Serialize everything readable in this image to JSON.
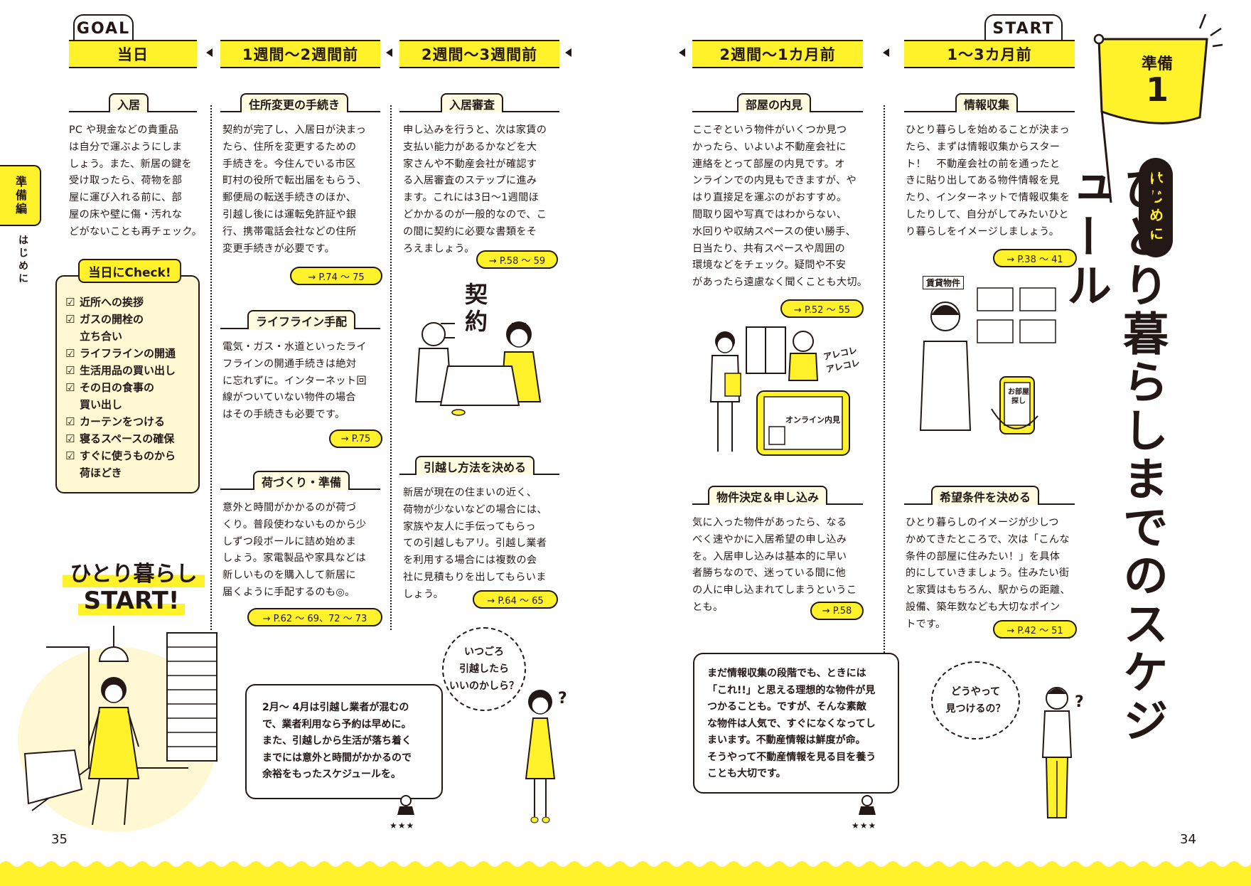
{
  "header": {
    "goal_tab": "GOAL",
    "start_tab": "START",
    "col1": "当日",
    "col2": "1週間～2週間前",
    "col3": "2週間～3週間前",
    "col4": "2週間～1カ月前",
    "col5": "1～3カ月前"
  },
  "side_tab": {
    "label": "準備編",
    "sub": "はじめに"
  },
  "title_block": {
    "flag_label": "準備",
    "flag_number": "1",
    "badge": "はじめに",
    "title": "ひとり暮らしまでのスケジュール"
  },
  "sections": {
    "nyukyo": {
      "title": "入居",
      "body": "PC や現金などの貴重品\nは自分で運ぶようにしま\nしょう。また、新居の鍵を\n受け取ったら、荷物を部\n屋に運び入れる前に、部\n屋の床や壁に傷・汚れな\nどがないことも再チェック。"
    },
    "jusho": {
      "title": "住所変更の手続き",
      "body": "契約が完了し、入居日が決まっ\nたら、住所を変更するための\n手続きを。今住んでいる市区\n町村の役所で転出届をもらう、\n郵便局の転送手続きのほか、\n引越し後には運転免許証や銀\n行、携帯電話会社などの住所\n変更手続きが必要です。",
      "ref": "→ P.74 ～ 75"
    },
    "lifeline": {
      "title": "ライフライン手配",
      "body": "電気・ガス・水道といったライ\nフラインの開通手続きは絶対\nに忘れずに。インターネット回\n線がついていない物件の場合\nはその手続きも必要です。",
      "ref": "→ P.75"
    },
    "nizukuri": {
      "title": "荷づくり・準備",
      "body": "意外と時間がかかるのが荷づ\nくり。普段使わないものから少\nしずつ段ボールに詰め始めま\nしょう。家電製品や家具などは\n新しいものを購入して新居に\n届くように手配するのも◎。",
      "ref": "→ P.62 ～ 69、72 ～ 73"
    },
    "shinsa": {
      "title": "入居審査",
      "body": "申し込みを行うと、次は家賃の\n支払い能力があるかなどを大\n家さんや不動産会社が確認す\nる入居審査のステップに進み\nます。これには3日～1週間ほ\nどかかるのが一般的なので、こ\nの間に契約に必要な書類をそ\nろえましょう。",
      "ref": "→ P.58 ～ 59"
    },
    "hikkoshi": {
      "title": "引越し方法を決める",
      "body": "新居が現在の住まいの近く、\n荷物が少ないなどの場合には、\n家族や友人に手伝ってもらっ\nての引越しもアリ。引越し業者\nを利用する場合には複数の会\n社に見積もりを出してもらいま\nしょう。",
      "ref": "→ P.64 ～ 65"
    },
    "naiken": {
      "title": "部屋の内見",
      "body": "ここぞという物件がいくつか見つ\nかったら、いよいよ不動産会社に\n連絡をとって部屋の内見です。オ\nンラインでの内見もできますが、や\nはり直接足を運ぶのがおすすめ。\n間取り図や写真ではわからない、\n水回りや収納スペースの使い勝手、\n日当たり、共有スペースや周囲の\n環境などをチェック。疑問や不安\nがあったら遠慮なく聞くことも大切。",
      "ref": "→ P.52 ～ 55"
    },
    "kettei": {
      "title": "物件決定＆申し込み",
      "body": "気に入った物件があったら、なる\nべく速やかに入居希望の申し込み\nを。入居申し込みは基本的に早い\n者勝ちなので、迷っている間に他\nの人に申し込まれてしまうというこ\nとも。",
      "ref": "→ P.58"
    },
    "joho": {
      "title": "情報収集",
      "body": "ひとり暮らしを始めることが決まっ\nたら、まずは情報収集からスター\nト！　不動産会社の前を通ったと\nきに貼り出してある物件情報を見\nたり、インターネットで情報収集を\nしたりして、自分がしてみたいひと\nり暮らしをイメージしましょう。",
      "ref": "→ P.38 ～ 41"
    },
    "kibou": {
      "title": "希望条件を決める",
      "body": "ひとり暮らしのイメージが少しつ\nかめてきたところで、次は「こんな\n条件の部屋に住みたい！」を具体\n的にしていきましょう。住みたい街\nと家賃はもちろん、駅からの距離、\n設備、築年数なども大切なポイン\nトです。",
      "ref": "→ P.42 ～ 51"
    }
  },
  "checklist": {
    "title": "当日にCheck!",
    "items": [
      "近所への挨拶",
      "ガスの開栓の\n立ち合い",
      "ライフラインの開通",
      "生活用品の買い出し",
      "その日の食事の\n買い出し",
      "カーテンをつける",
      "寝るスペースの確保",
      "すぐに使うものから\n荷ほどき"
    ]
  },
  "start_text": {
    "line1": "ひとり暮らし",
    "line2": "START!"
  },
  "bubbles": {
    "left_advice": "2月～ 4月は引越し業者が混むの\nで、業者利用なら予約は早めに。\nまた、引越しから生活が落ち着く\nまでには意外と時間がかかるので\n余裕をもったスケジュールを。",
    "left_thought": "いつごろ\n引越したら\nいいのかしら？",
    "right_advice": "まだ情報収集の段階でも、ときには\n「これ!!」と思える理想的な物件が見\nつかることも。ですが、そんな素敵\nな物件は人気で、すぐになくなってし\nまいます。不動産情報は鮮度が命。\nそうやって不動産情報を見る目を養う\nことも大切です。",
    "right_thought": "どうやって\n見つけるの？"
  },
  "illustration_text": {
    "contract": "契\n約",
    "arekore": "アレコレ\nアレコレ",
    "online": "オンライン内見",
    "chintai": "賃貸物件",
    "search": "お部屋\n探し",
    "stars": "★★★",
    "q": "?"
  },
  "pages": {
    "left": "35",
    "right": "34"
  },
  "colors": {
    "accent": "#fff22a",
    "ink": "#231815",
    "pale": "#fff8d2"
  }
}
